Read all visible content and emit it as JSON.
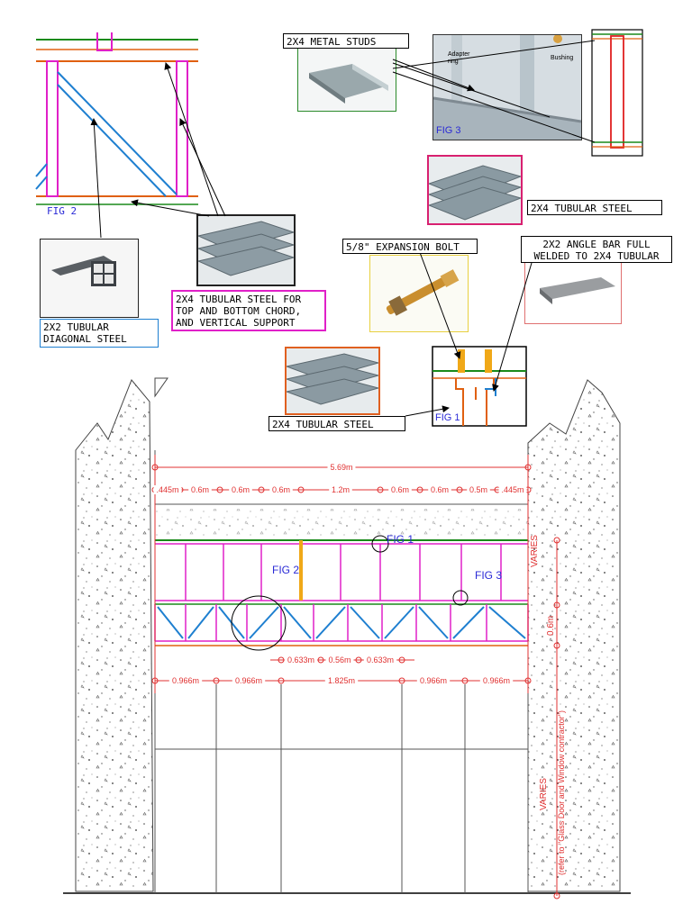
{
  "callouts": {
    "metal_studs": "2X4 METAL STUDS",
    "tubular_steel_top": "2X4 TUBULAR STEEL",
    "expansion_bolt": "5/8\" EXPANSION BOLT",
    "angle_bar": "2X2 ANGLE BAR FULL\nWELDED TO 2X4 TUBULAR",
    "chord_support": "2X4 TUBULAR STEEL FOR\nTOP AND BOTTOM CHORD,\nAND VERTICAL SUPPORT",
    "diagonal_steel": "2X2 TUBULAR\nDIAGONAL STEEL",
    "tubular_steel_bottom": "2X4 TUBULAR STEEL"
  },
  "figures": {
    "fig1": "FIG 1",
    "fig2": "FIG 2",
    "fig3": "FIG 3",
    "photo_adapter": "Adapter\nring",
    "photo_bushing": "Bushing"
  },
  "dimensions": {
    "overall": "5.69m",
    "top_spacing": [
      ".445m",
      "0.6m",
      "0.6m",
      "0.6m",
      "1.2m",
      "0.6m",
      "0.6m",
      "0.5m",
      ".445m"
    ],
    "mid_spacing": [
      "0.633m",
      "0.56m",
      "0.633m"
    ],
    "bottom_spacing": [
      "0.966m",
      "0.966m",
      "1.825m",
      "0.966m",
      "0.966m"
    ],
    "side_varies_top": "VARIES",
    "side_height": "0.6m",
    "side_varies_bottom": "VARIES",
    "side_note": "(refer to \"Glass Door and Window contractor\")"
  },
  "colors": {
    "magenta": "#e020c8",
    "green": "#1a8a1a",
    "orange": "#e06010",
    "blue": "#1e7fd0",
    "red_dim": "#e03030",
    "fig_text": "#2a2ad6"
  }
}
